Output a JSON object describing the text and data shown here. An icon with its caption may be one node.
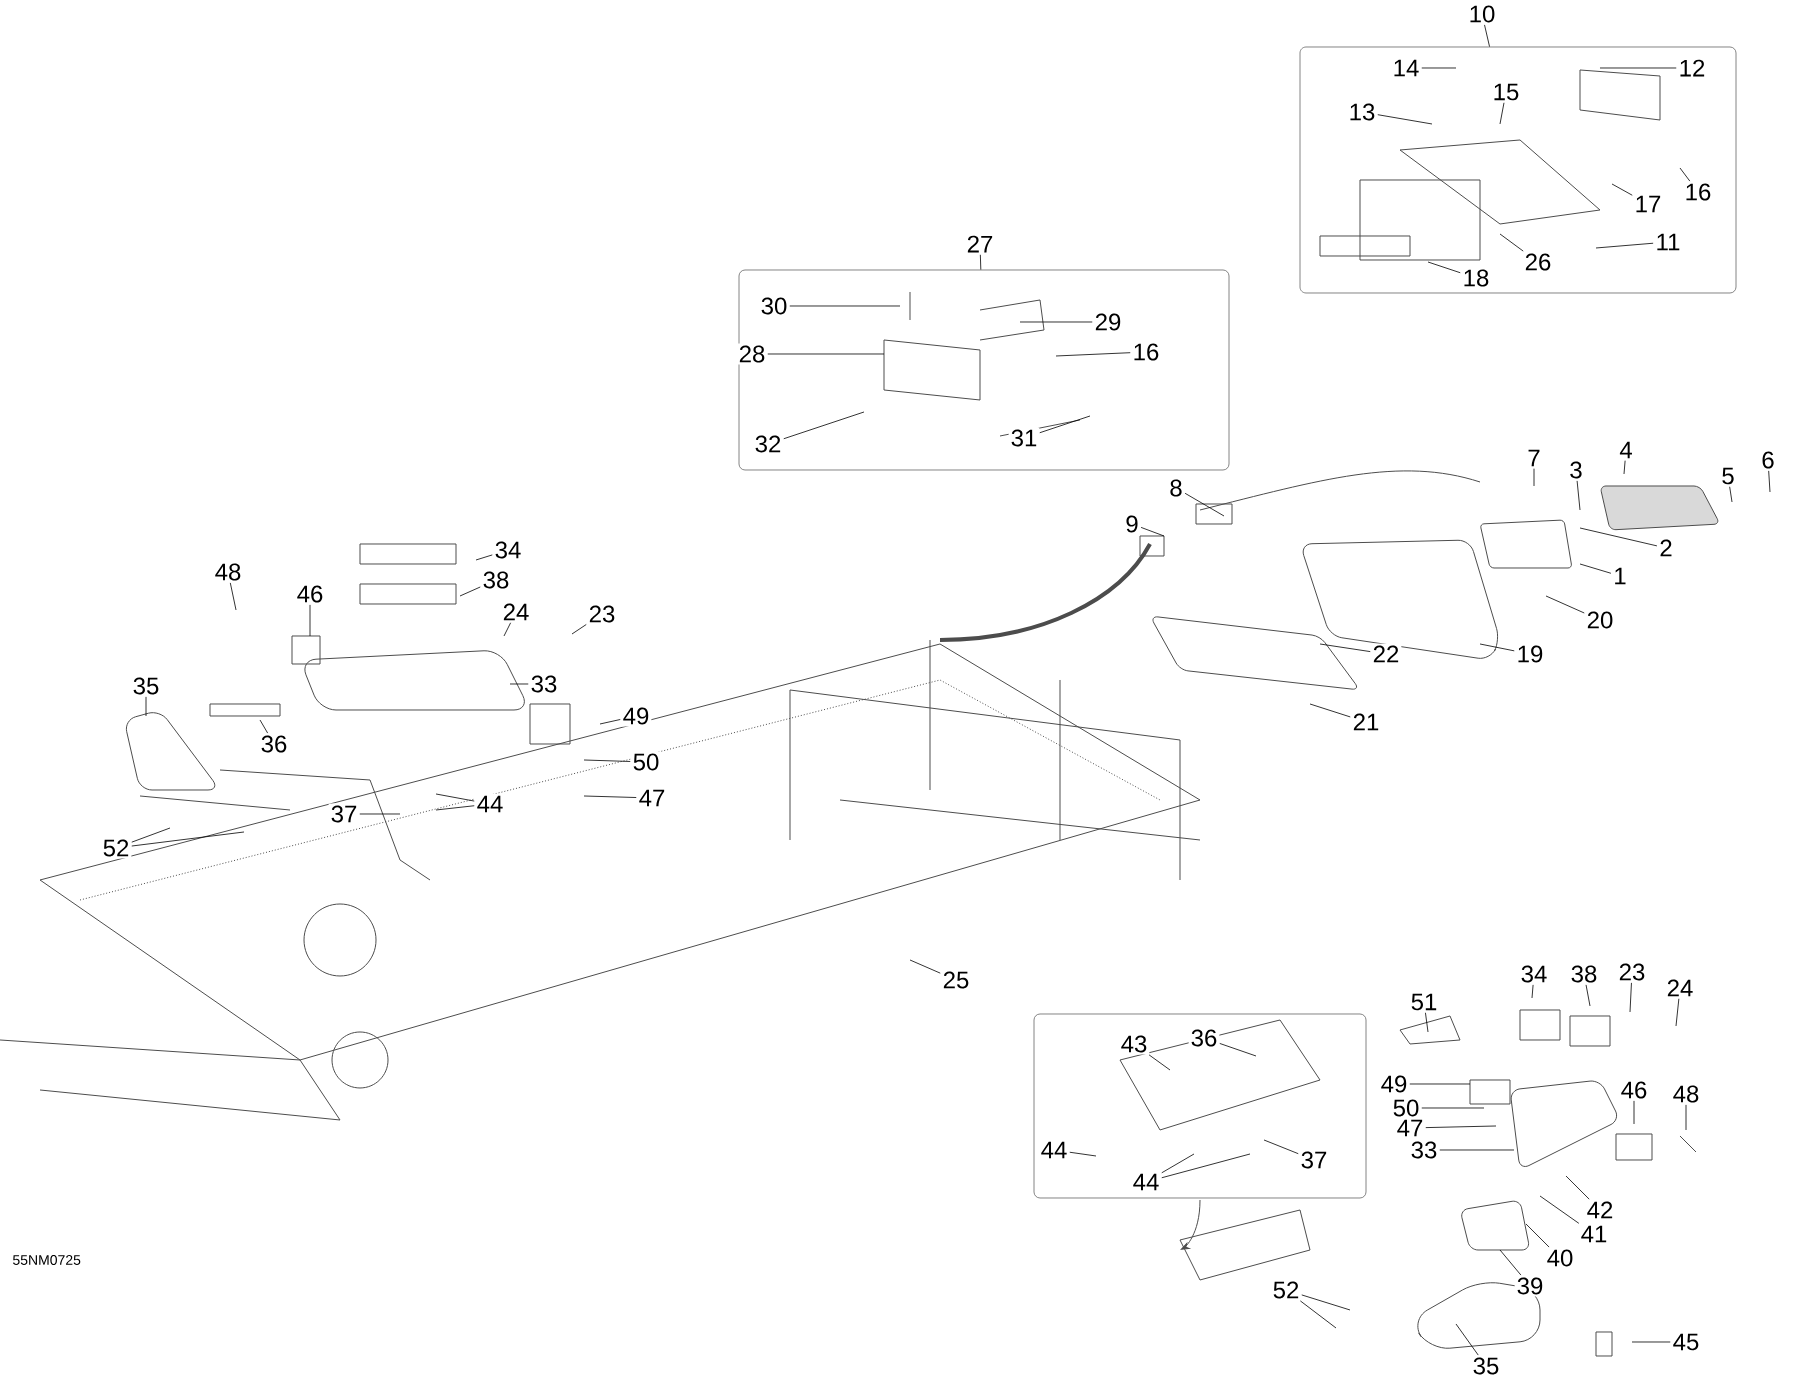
{
  "diagram": {
    "nodes": [
      {
        "text": [],
        "shape": "box"
      },
      {
        "text": [],
        "shape": "box"
      },
      {
        "text": [],
        "shape": "box"
      },
      {
        "text": [
          "10"
        ]
      },
      {
        "text": [
          "14"
        ],
        "in": 0
      },
      {
        "text": [
          "12"
        ],
        "in": 0
      },
      {
        "text": [
          "15"
        ],
        "in": 0
      },
      {
        "text": [
          "13"
        ],
        "in": 0
      },
      {
        "text": [
          "16"
        ],
        "in": 0
      },
      {
        "text": [
          "17"
        ],
        "in": 0
      },
      {
        "text": [
          "11"
        ],
        "in": 0
      },
      {
        "text": [
          "26"
        ],
        "in": 0
      },
      {
        "text": [
          "18"
        ],
        "in": 0
      },
      {
        "text": [
          "27"
        ]
      },
      {
        "text": [
          "30"
        ],
        "in": 1
      },
      {
        "text": [
          "29"
        ],
        "in": 1
      },
      {
        "text": [
          "28"
        ],
        "in": 1
      },
      {
        "text": [
          "16"
        ],
        "in": 1
      },
      {
        "text": [
          "31"
        ],
        "in": 1
      },
      {
        "text": [
          "32"
        ],
        "in": 1
      },
      {
        "text": [
          "7"
        ]
      },
      {
        "text": [
          "3"
        ]
      },
      {
        "text": [
          "4"
        ]
      },
      {
        "text": [
          "5"
        ]
      },
      {
        "text": [
          "6"
        ]
      },
      {
        "text": [
          "8"
        ]
      },
      {
        "text": [
          "9"
        ]
      },
      {
        "text": [
          "2"
        ]
      },
      {
        "text": [
          "1"
        ]
      },
      {
        "text": [
          "20"
        ]
      },
      {
        "text": [
          "22"
        ]
      },
      {
        "text": [
          "19"
        ]
      },
      {
        "text": [
          "21"
        ]
      },
      {
        "text": [
          "34"
        ]
      },
      {
        "text": [
          "48"
        ]
      },
      {
        "text": [
          "46"
        ]
      },
      {
        "text": [
          "38"
        ]
      },
      {
        "text": [
          "24"
        ]
      },
      {
        "text": [
          "23"
        ]
      },
      {
        "text": [
          "35"
        ]
      },
      {
        "text": [
          "33"
        ]
      },
      {
        "text": [
          "49"
        ]
      },
      {
        "text": [
          "36"
        ]
      },
      {
        "text": [
          "50"
        ]
      },
      {
        "text": [
          "44"
        ]
      },
      {
        "text": [
          "47"
        ]
      },
      {
        "text": [
          "37"
        ]
      },
      {
        "text": [
          "52"
        ]
      },
      {
        "text": [
          "25"
        ]
      },
      {
        "text": [
          "34"
        ]
      },
      {
        "text": [
          "38"
        ]
      },
      {
        "text": [
          "23"
        ]
      },
      {
        "text": [
          "24"
        ]
      },
      {
        "text": [
          "51"
        ]
      },
      {
        "text": [
          "43"
        ],
        "in": 2
      },
      {
        "text": [
          "36"
        ],
        "in": 2
      },
      {
        "text": [
          "49"
        ]
      },
      {
        "text": [
          "46"
        ]
      },
      {
        "text": [
          "48"
        ]
      },
      {
        "text": [
          "50"
        ]
      },
      {
        "text": [
          "47"
        ]
      },
      {
        "text": [
          "33"
        ]
      },
      {
        "text": [
          "44"
        ],
        "in": 2
      },
      {
        "text": [
          "37"
        ],
        "in": 2
      },
      {
        "text": [
          "44"
        ],
        "in": 2
      },
      {
        "text": [
          "42"
        ]
      },
      {
        "text": [
          "41"
        ]
      },
      {
        "text": [
          "40"
        ]
      },
      {
        "text": [
          "39"
        ]
      },
      {
        "text": [
          "52"
        ]
      },
      {
        "text": [
          "45"
        ]
      },
      {
        "text": [
          "35"
        ]
      }
    ],
    "edges": [
      {
        "from": 3,
        "to": 0,
        "arrow": "none"
      },
      {
        "from": 4,
        "to": null,
        "arrow": "none"
      },
      {
        "from": 5,
        "to": null,
        "arrow": "none"
      },
      {
        "from": 6,
        "to": null,
        "arrow": "none"
      },
      {
        "from": 7,
        "to": null,
        "arrow": "none"
      },
      {
        "from": 8,
        "to": null,
        "arrow": "none"
      },
      {
        "from": 9,
        "to": null,
        "arrow": "none"
      },
      {
        "from": 10,
        "to": null,
        "arrow": "none"
      },
      {
        "from": 11,
        "to": null,
        "arrow": "none"
      },
      {
        "from": 12,
        "to": null,
        "arrow": "none"
      },
      {
        "from": 13,
        "to": 1,
        "arrow": "none"
      },
      {
        "from": 14,
        "to": null,
        "arrow": "none"
      },
      {
        "from": 15,
        "to": null,
        "arrow": "none"
      },
      {
        "from": 16,
        "to": null,
        "arrow": "none"
      },
      {
        "from": 17,
        "to": null,
        "arrow": "none"
      },
      {
        "from": 18,
        "to": null,
        "arrow": "none"
      },
      {
        "from": 19,
        "to": null,
        "arrow": "none"
      },
      {
        "from": 20,
        "to": null,
        "arrow": "none"
      },
      {
        "from": 21,
        "to": null,
        "arrow": "none"
      },
      {
        "from": 22,
        "to": null,
        "arrow": "none"
      },
      {
        "from": 23,
        "to": null,
        "arrow": "none"
      },
      {
        "from": 24,
        "to": null,
        "arrow": "none"
      },
      {
        "from": 25,
        "to": null,
        "arrow": "none"
      },
      {
        "from": 26,
        "to": null,
        "arrow": "none"
      },
      {
        "from": 27,
        "to": null,
        "arrow": "none"
      },
      {
        "from": 28,
        "to": null,
        "arrow": "none"
      },
      {
        "from": 29,
        "to": null,
        "arrow": "none"
      },
      {
        "from": 30,
        "to": null,
        "arrow": "none"
      },
      {
        "from": 31,
        "to": null,
        "arrow": "none"
      },
      {
        "from": 32,
        "to": null,
        "arrow": "none"
      },
      {
        "from": 33,
        "to": null,
        "arrow": "none"
      },
      {
        "from": 34,
        "to": null,
        "arrow": "none"
      },
      {
        "from": 35,
        "to": null,
        "arrow": "none"
      },
      {
        "from": 36,
        "to": null,
        "arrow": "none"
      },
      {
        "from": 37,
        "to": null,
        "arrow": "none"
      },
      {
        "from": 38,
        "to": null,
        "arrow": "none"
      },
      {
        "from": 39,
        "to": null,
        "arrow": "none"
      },
      {
        "from": 40,
        "to": null,
        "arrow": "none"
      },
      {
        "from": 41,
        "to": null,
        "arrow": "none"
      },
      {
        "from": 42,
        "to": null,
        "arrow": "none"
      },
      {
        "from": 43,
        "to": null,
        "arrow": "none"
      },
      {
        "from": 44,
        "to": null,
        "arrow": "none"
      },
      {
        "from": 44,
        "to": null,
        "arrow": "none"
      },
      {
        "from": 45,
        "to": null,
        "arrow": "none"
      },
      {
        "from": 46,
        "to": null,
        "arrow": "none"
      },
      {
        "from": 47,
        "to": null,
        "arrow": "none"
      },
      {
        "from": 47,
        "to": null,
        "arrow": "none"
      },
      {
        "from": 48,
        "to": null,
        "arrow": "none"
      },
      {
        "from": 49,
        "to": null,
        "arrow": "none"
      },
      {
        "from": 50,
        "to": null,
        "arrow": "none"
      },
      {
        "from": 51,
        "to": null,
        "arrow": "none"
      },
      {
        "from": 52,
        "to": null,
        "arrow": "none"
      },
      {
        "from": 53,
        "to": null,
        "arrow": "none"
      },
      {
        "from": 54,
        "to": null,
        "arrow": "none"
      },
      {
        "from": 55,
        "to": null,
        "arrow": "none"
      },
      {
        "from": 56,
        "to": null,
        "arrow": "none"
      },
      {
        "from": 57,
        "to": null,
        "arrow": "none"
      },
      {
        "from": 58,
        "to": null,
        "arrow": "none"
      },
      {
        "from": 59,
        "to": null,
        "arrow": "none"
      },
      {
        "from": 60,
        "to": null,
        "arrow": "none"
      },
      {
        "from": 61,
        "to": null,
        "arrow": "none"
      },
      {
        "from": 62,
        "to": null,
        "arrow": "none"
      },
      {
        "from": 63,
        "to": null,
        "arrow": "none"
      },
      {
        "from": 64,
        "to": null,
        "arrow": "none"
      },
      {
        "from": 64,
        "to": null,
        "arrow": "none"
      },
      {
        "from": 65,
        "to": null,
        "arrow": "none"
      },
      {
        "from": 66,
        "to": null,
        "arrow": "none"
      },
      {
        "from": 67,
        "to": null,
        "arrow": "none"
      },
      {
        "from": 68,
        "to": null,
        "arrow": "none"
      },
      {
        "from": 69,
        "to": null,
        "arrow": "none"
      },
      {
        "from": 69,
        "to": null,
        "arrow": "none"
      },
      {
        "from": 70,
        "to": null,
        "arrow": "none"
      },
      {
        "from": 71,
        "to": null,
        "arrow": "none"
      }
    ],
    "labels": [
      "55NM0725"
    ]
  }
}
